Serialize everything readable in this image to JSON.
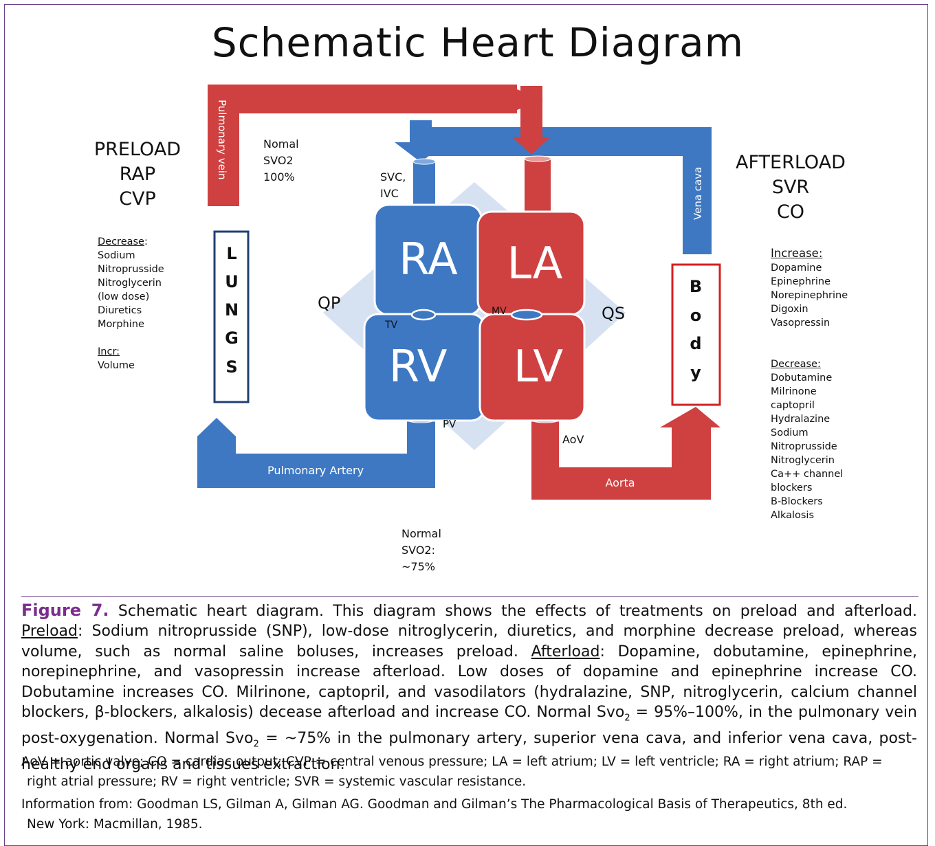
{
  "title": "Schematic Heart Diagram",
  "preload": {
    "heading": [
      "PRELOAD",
      "RAP",
      "CVP"
    ],
    "decrease_label": "Decrease",
    "decrease_colon": ":",
    "decrease_items": [
      "Sodium",
      "Nitroprusside",
      "Nitroglycerin",
      "(low dose)",
      "Diuretics",
      "Morphine"
    ],
    "incr_label": "Incr:",
    "incr_items": [
      "Volume"
    ]
  },
  "afterload": {
    "heading": [
      "AFTERLOAD",
      "SVR",
      "CO"
    ],
    "increase_label": "Increase:",
    "increase_items": [
      "Dopamine",
      "Epinephrine",
      "Norepinephrine",
      "Digoxin",
      "Vasopressin"
    ],
    "decrease_label": "Decrease:",
    "decrease_items": [
      "Dobutamine",
      "Milrinone",
      "captopril",
      "Hydralazine",
      "Sodium",
      "Nitroprusside",
      "Nitroglycerin",
      "Ca++ channel",
      "blockers",
      "B-Blockers",
      "Alkalosis"
    ]
  },
  "diagram": {
    "pulmonary_vein": "Pulmonary vein",
    "nomal_svo2": [
      "Nomal",
      "SVO2",
      "100%"
    ],
    "svc_ivc": [
      "SVC,",
      "IVC"
    ],
    "vena_cava": "Vena cava",
    "lungs_letters": [
      "L",
      "U",
      "N",
      "G",
      "S"
    ],
    "body_letters": [
      "B",
      "o",
      "d",
      "y"
    ],
    "chambers": {
      "ra": "RA",
      "la": "LA",
      "rv": "RV",
      "lv": "LV"
    },
    "valves": {
      "tv": "TV",
      "mv": "MV",
      "pv": "PV",
      "aov": "AoV"
    },
    "qp": "QP",
    "qs": "QS",
    "pulmonary_artery": "Pulmonary Artery",
    "aorta": "Aorta",
    "normal_svo2_bottom": [
      "Normal",
      "SVO2:",
      "~75%"
    ],
    "colors": {
      "blue": "#3e78c3",
      "red": "#cf4040",
      "diamond": "#d6e2f1",
      "frame": "#6b3f86",
      "figure_label": "#7b2d8e"
    }
  },
  "caption": {
    "figure_label": "Figure 7.",
    "p1": " Schematic heart diagram. This diagram shows the effects of treatments on preload and afterload. ",
    "preload_word": "Preload",
    "p2": ": Sodium nitroprusside (SNP), low-dose nitroglycerin, diuretics, and morphine decrease preload, whereas volume, such as normal saline boluses, increases preload. ",
    "afterload_word": "Afterload",
    "p3": ": Dopamine, dobutamine, epinephrine, norepinephrine, and vasopressin increase afterload. Low doses of dopamine and epinephrine increase CO. Dobutamine increases CO. Milrinone, captopril, and vasodilators (hydralazine, SNP, nitroglycerin, calcium channel blockers, β-blockers, alkalosis) decease afterload and increase CO. Normal Svo",
    "sub1": "2",
    "p4": " = 95%–100%, in the pulmonary vein post-oxygenation. Normal Svo",
    "sub2": "2",
    "p5": " = ~75% in the pulmonary artery, superior vena cava, and inferior vena cava, post-healthy end organs and tissues extraction."
  },
  "abbreviations": [
    "AoV = aortic valve; CO = cardiac output; CVP = central venous pressure; LA = left atrium; LV = left ventricle; RA = right atrium; RAP =",
    "right atrial pressure; RV = right ventricle; SVR = systemic vascular resistance."
  ],
  "source": [
    "Information from: Goodman LS, Gilman A, Gilman AG. Goodman and Gilman’s The Pharmacological Basis of Therapeutics, 8th ed.",
    "New York: Macmillan, 1985."
  ]
}
